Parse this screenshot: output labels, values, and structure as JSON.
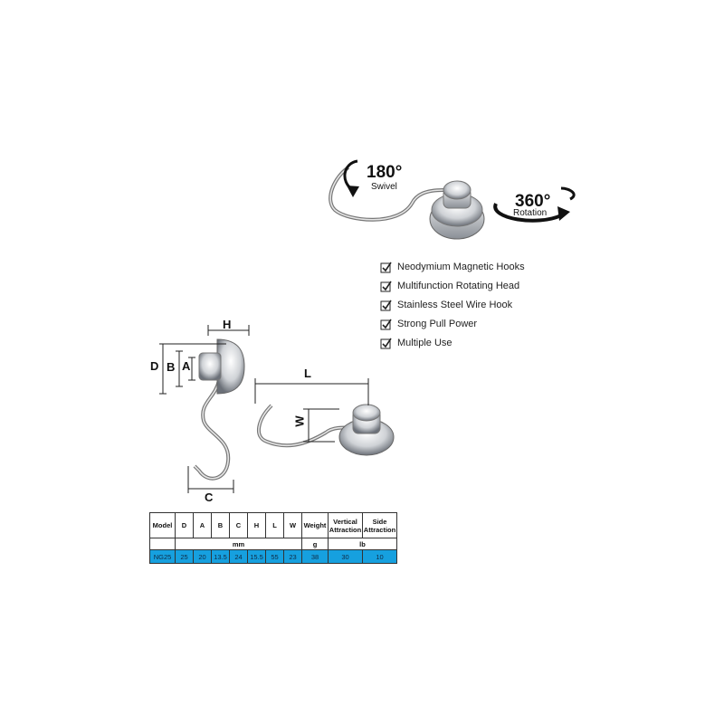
{
  "badges": {
    "swivel_degrees": "180°",
    "swivel_label": "Swivel",
    "rotation_degrees": "360°",
    "rotation_label": "Rotation"
  },
  "features": [
    "Neodymium Magnetic Hooks",
    "Multifunction Rotating Head",
    "Stainless Steel Wire Hook",
    "Strong Pull Power",
    "Multiple Use"
  ],
  "dimension_labels": {
    "D": "D",
    "A": "A",
    "B": "B",
    "H": "H",
    "C": "C",
    "L": "L",
    "W": "W"
  },
  "spec_table": {
    "headers": [
      "Model",
      "D",
      "A",
      "B",
      "C",
      "H",
      "L",
      "W",
      "Weight",
      "Vertical Attraction",
      "Side Attraction"
    ],
    "units": {
      "mm": "mm",
      "g": "g",
      "lb": "lb"
    },
    "row": [
      "NG25",
      "25",
      "20",
      "13.5",
      "24",
      "15.5",
      "55",
      "23",
      "38",
      "30",
      "10"
    ]
  },
  "colors": {
    "table_highlight": "#16a0df",
    "text": "#111111"
  }
}
